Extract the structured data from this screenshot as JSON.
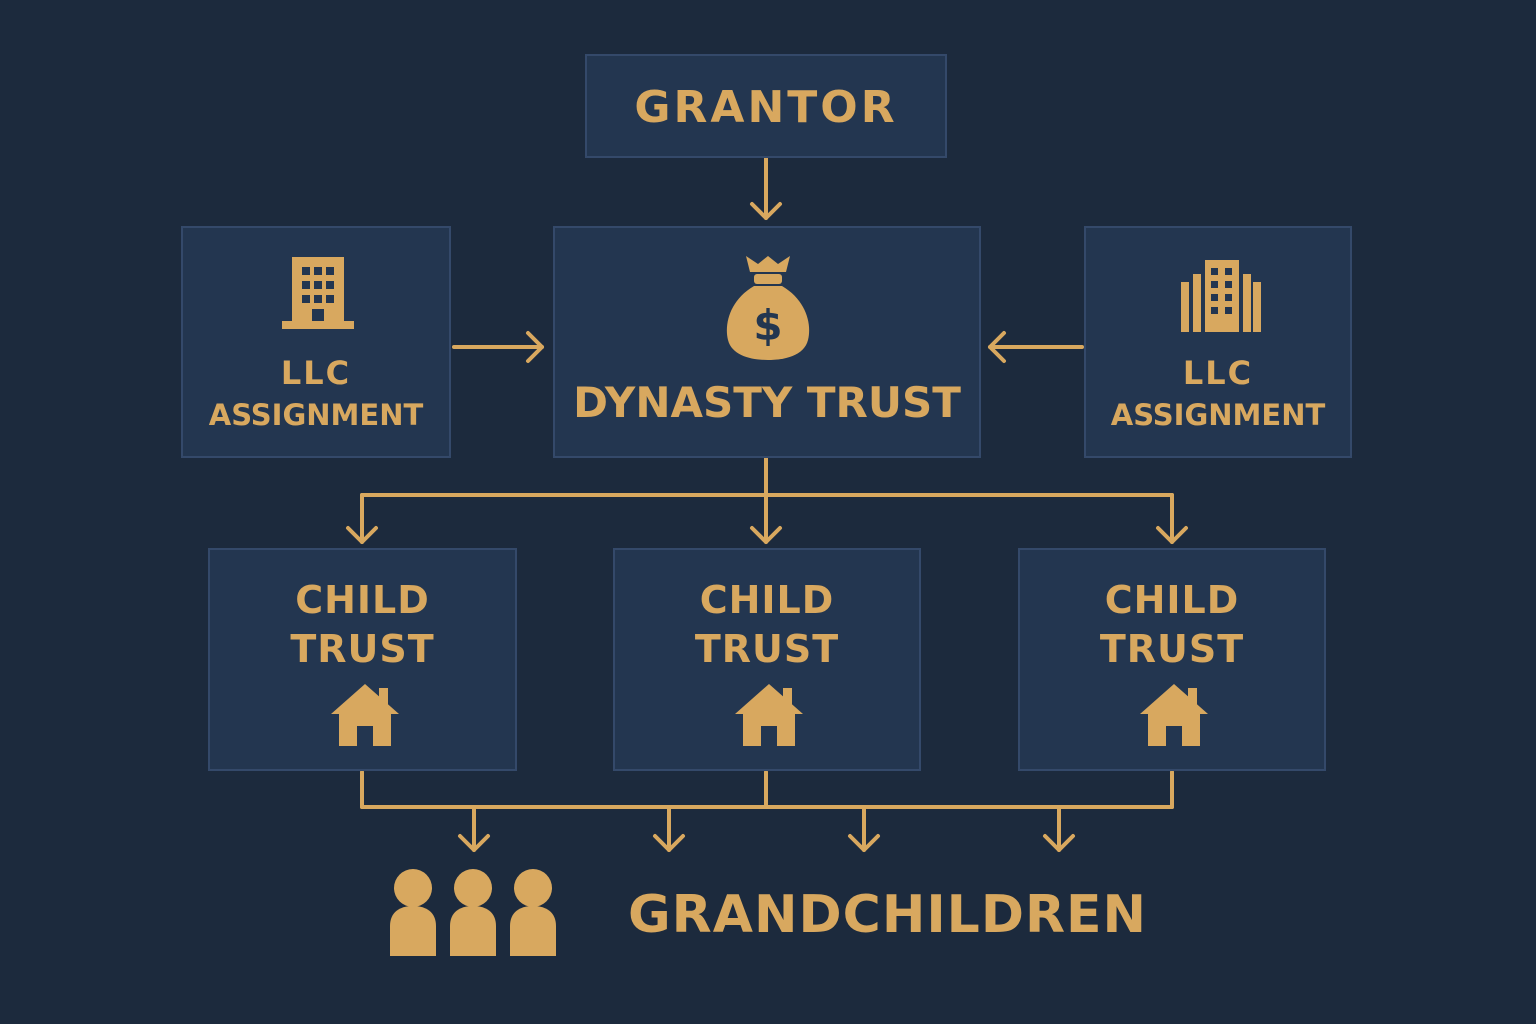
{
  "colors": {
    "background": "#1c2a3d",
    "box_fill": "#233650",
    "box_border": "#34496a",
    "accent": "#d8a85f"
  },
  "grantor": {
    "label": "GRANTOR"
  },
  "dynasty_trust": {
    "label": "DYNASTY TRUST",
    "icon": "money-bag-icon"
  },
  "llc_left": {
    "line1": "LLC",
    "line2": "ASSIGNMENT",
    "icon": "office-building-icon"
  },
  "llc_right": {
    "line1": "LLC",
    "line2": "ASSIGNMENT",
    "icon": "buildings-icon"
  },
  "child_trusts": [
    {
      "line1": "CHILD",
      "line2": "TRUST",
      "icon": "house-icon"
    },
    {
      "line1": "CHILD",
      "line2": "TRUST",
      "icon": "house-icon"
    },
    {
      "line1": "CHILD",
      "line2": "TRUST",
      "icon": "house-icon"
    }
  ],
  "grandchildren": {
    "label": "GRANDCHILDREN",
    "icon": "people-icon"
  }
}
